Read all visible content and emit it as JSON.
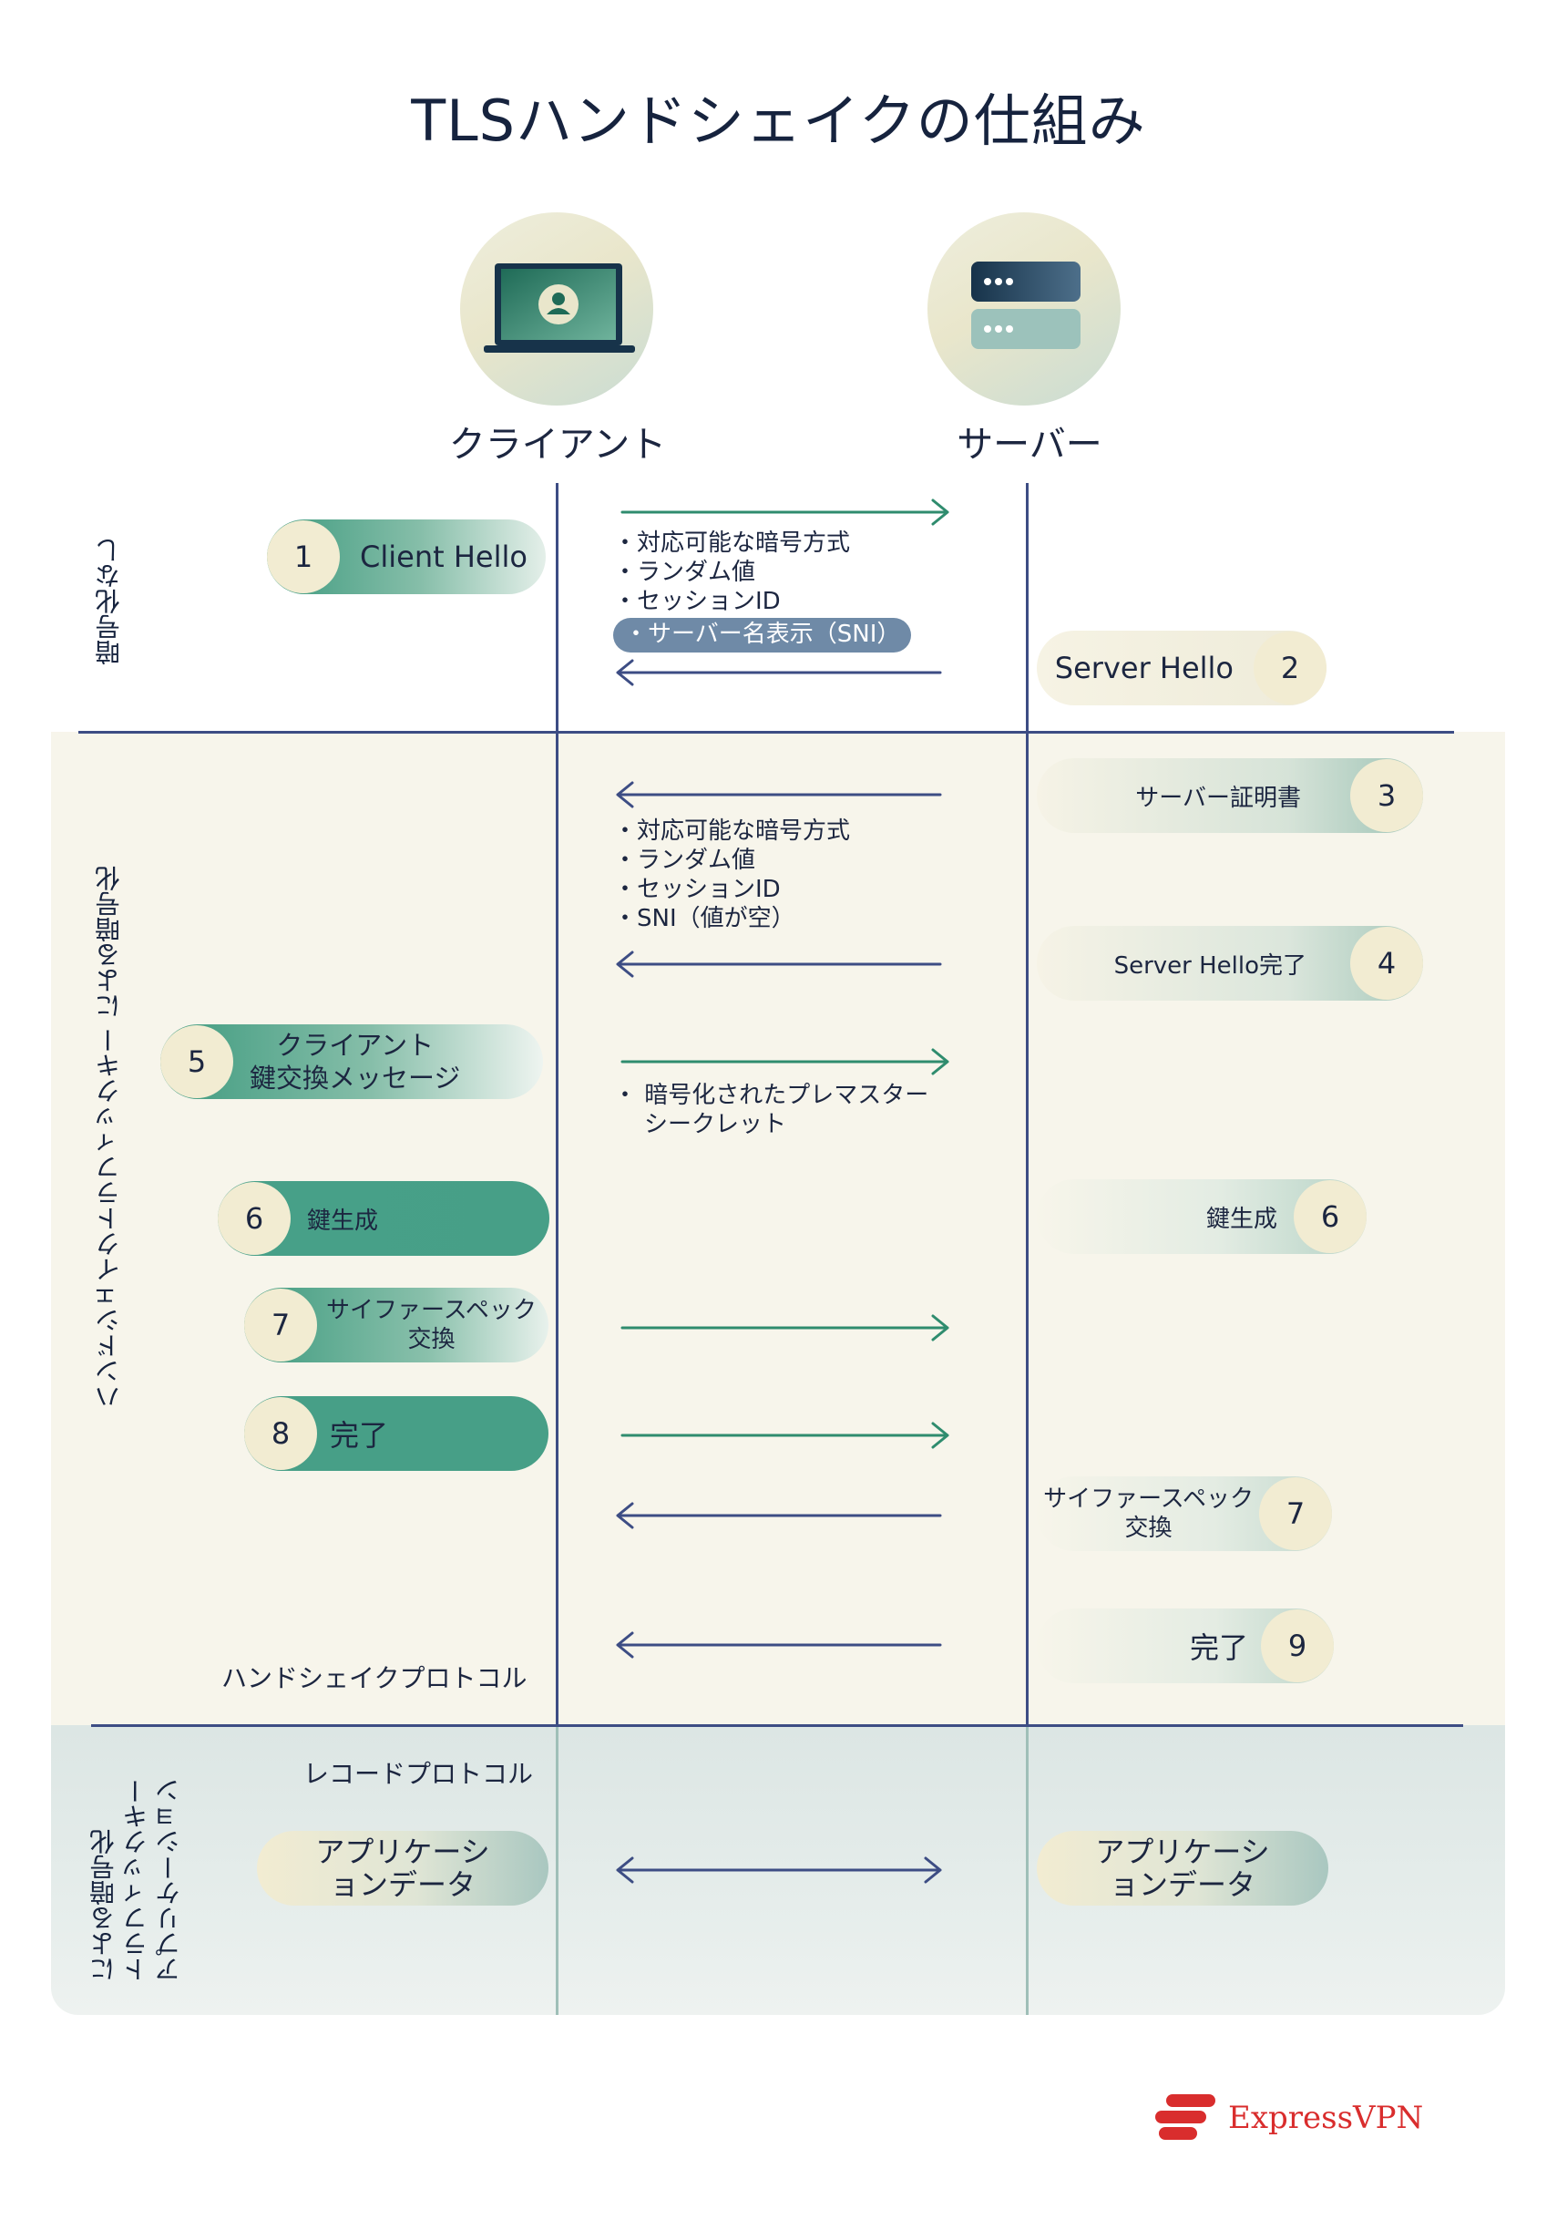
{
  "title": "TLSハンドシェイクの仕組み",
  "actors": {
    "client": "クライアント",
    "server": "サーバー"
  },
  "sections": {
    "no_encryption": "暗号化なし",
    "handshake_key": "ハンドシェイクトラフィックキー による暗号化",
    "app_key": [
      "アプリケーション",
      "トラフィックキー",
      "による暗号化"
    ]
  },
  "steps": {
    "s1": {
      "num": "1",
      "label": "Client Hello"
    },
    "s2": {
      "num": "2",
      "label": "Server Hello"
    },
    "s3": {
      "num": "3",
      "label": "サーバー証明書"
    },
    "s4": {
      "num": "4",
      "label": "Server Hello完了"
    },
    "s5": {
      "num": "5",
      "label_line1": "クライアント",
      "label_line2": "鍵交換メッセージ"
    },
    "s6_client": {
      "num": "6",
      "label": "鍵生成"
    },
    "s6_server": {
      "num": "6",
      "label": "鍵生成"
    },
    "s7_client": {
      "num": "7",
      "label_line1": "サイファースペック",
      "label_line2": "交換"
    },
    "s7_server": {
      "num": "7",
      "label_line1": "サイファースペック",
      "label_line2": "交換"
    },
    "s8": {
      "num": "8",
      "label": "完了"
    },
    "s9": {
      "num": "9",
      "label": "完了"
    }
  },
  "bullets_hello": [
    "対応可能な暗号方式",
    "ランダム値",
    "セッションID",
    "サーバー名表示（SNI）"
  ],
  "bullets_server": [
    "対応可能な暗号方式",
    "ランダム値",
    "セッションID",
    "SNI（値が空）"
  ],
  "bullets_premaster": [
    "暗号化されたプレマスター",
    "シークレット"
  ],
  "protocols": {
    "handshake": "ハンドシェイクプロトコル",
    "record": "レコードプロトコル"
  },
  "app_data": {
    "client_line1": "アプリケーシ",
    "client_line2": "ョンデータ",
    "server_line1": "アプリケーシ",
    "server_line2": "ョンデータ"
  },
  "brand": "ExpressVPN",
  "colors": {
    "navy": "#3d4d84",
    "teal": "#2f8c6e",
    "teal_fill": "#479f87",
    "cream": "#f2ecd2",
    "brand_red": "#d92d2d"
  },
  "icons": [
    "laptop-user-icon",
    "server-icon",
    "expressvpn-logo-icon"
  ]
}
